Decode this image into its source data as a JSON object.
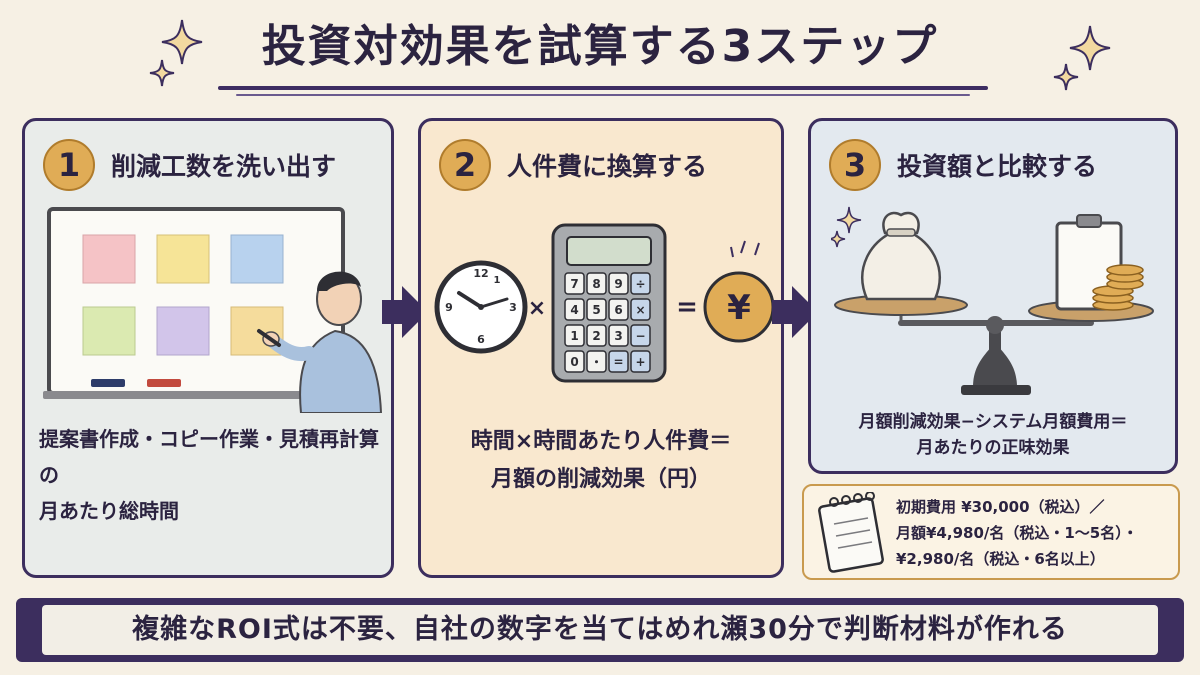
{
  "title": "投資対効果を試算する3ステップ",
  "steps": [
    {
      "number": "1",
      "title": "削減工数を洗い出す",
      "text_lines": [
        "提案書作成・コピー作業・見積再計算の",
        "月あたり総時間"
      ]
    },
    {
      "number": "2",
      "title": "人件費に換算する",
      "text_lines": [
        "時間×時間あたり人件費＝",
        "月額の削減効果（円）"
      ],
      "operators": {
        "times": "×",
        "equals": "="
      },
      "yen_symbol": "¥",
      "calculator_keys": [
        "7",
        "8",
        "9",
        "÷",
        "4",
        "5",
        "6",
        "×",
        "1",
        "2",
        "3",
        "−",
        "0",
        "・",
        "=",
        "+"
      ],
      "clock_numbers": [
        "12",
        "3",
        "6",
        "9",
        "1"
      ]
    },
    {
      "number": "3",
      "title": "投資額と比較する",
      "text_lines": [
        "月額削減効果−システム月額費用＝",
        "月あたりの正味効果"
      ]
    }
  ],
  "pricing_note": {
    "lines": [
      "初期費用 ¥30,000（税込）／",
      "月額¥4,980/名（税込・1〜5名）・",
      "¥2,980/名（税込・6名以上）"
    ]
  },
  "banner": "複雑なROI式は不要、自社の数字を当てはめれ瀬30分で判断材料が作れる",
  "colors": {
    "navy": "#3c2e5e",
    "gold": "#e0ac56",
    "panel1_bg": "#e9ecea",
    "panel2_bg": "#f9e8cf",
    "panel3_bg": "#e3e9ef"
  }
}
